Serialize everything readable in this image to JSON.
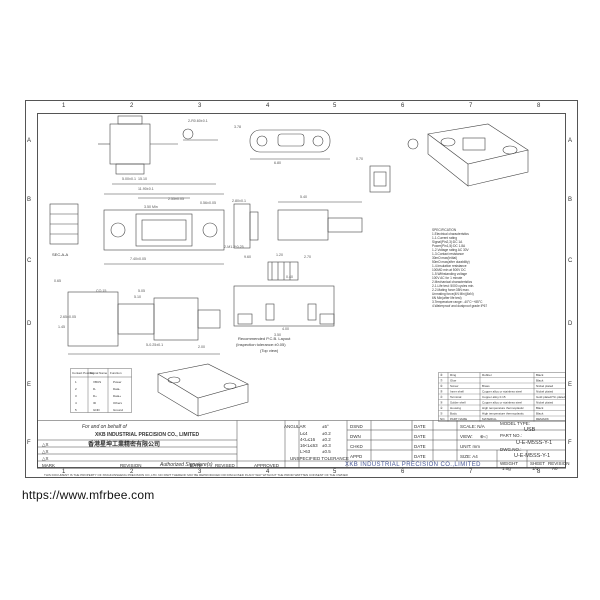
{
  "watermark": "https://www.mfrbee.com",
  "grid": {
    "columns": [
      "1",
      "2",
      "3",
      "4",
      "5",
      "6",
      "7",
      "8"
    ],
    "rows": [
      "A",
      "B",
      "C",
      "D",
      "E",
      "F"
    ]
  },
  "views": {
    "sec_label": "SEC-A-A",
    "pcb_note_1": "Recommended P.C.B. Layout",
    "pcb_note_2": "(Inspection tolerance:±0.05)",
    "pcb_note_3": "(Top view)"
  },
  "dimensions": [
    "2-R0.60±0.1",
    "5.00±0.1",
    "3.78",
    "6.80",
    "0.70",
    "15.10",
    "11.90±0.1",
    "3.50 Min",
    "5.40",
    "2.55±0.05",
    "2.80±0.1",
    "0.56±0.05",
    "2-M1.2*0.25",
    "7.40±0.05",
    "1.20",
    "9.60",
    "2.70",
    "0.40",
    "3.50",
    "4.00",
    "CO.15",
    "5.10",
    "5.05",
    "5-0.25±0.1",
    "0.65",
    "2.65±0.05",
    "1.45",
    "2.00"
  ],
  "spec_notes": [
    "SPECIFICATION",
    "1.Electrical characteristics",
    "1-1.Current rating",
    "Signal(Pin2,3):DC 1A",
    "Power(Pin1,5):DC 1.8A",
    "1-2.Voltage rating AC 30V",
    "1-3.Contact resistance",
    "30mΩ max(Initial)",
    "50mΩ max(after durability)",
    "1-4.Insulation resistance",
    "100MΩ min at 500V DC",
    "1-5.Withstanding voltage",
    "100V AC for 1 minute",
    "2.Mechanical characteristics",
    "2-1.Life test: 5000 cycles min.",
    "2-2.Mating force:35N max.",
    "Unmating force(4N Min)(6xN)",
    "6N Min(after life test)",
    "3.Temperature range: -40°C~+85°C",
    "4.Waterproof and dustproof grade IP67"
  ],
  "pin_table": {
    "headers": [
      "Contact Position",
      "Signal Name",
      "Function"
    ],
    "rows": [
      [
        "1",
        "VBUS",
        "Power"
      ],
      [
        "2",
        "D-",
        "Data-"
      ],
      [
        "3",
        "D+",
        "Data+"
      ],
      [
        "4",
        "ID",
        "Others"
      ],
      [
        "5",
        "GND",
        "Ground"
      ]
    ]
  },
  "bom": {
    "headers": [
      "NO.",
      "PART NAME",
      "MATERIAL",
      "REMARK"
    ],
    "rows": [
      [
        "⑧",
        "Ring",
        "Rubber",
        "Black"
      ],
      [
        "⑦",
        "Glue",
        "",
        "Black"
      ],
      [
        "⑥",
        "Screw",
        "Brass",
        "Nickel plated"
      ],
      [
        "⑤",
        "Inner shell",
        "Copper alloy or stainless steel",
        "Nickel plated"
      ],
      [
        "④",
        "Terminal",
        "Copper alloy 0.15",
        "Gold plated/Tin plated"
      ],
      [
        "③",
        "Solder shell",
        "Copper alloy or stainless steel",
        "Nickel plated"
      ],
      [
        "②",
        "Housing",
        "High temperature thermoplastic",
        "Black"
      ],
      [
        "①",
        "Body",
        "High temperature thermoplastic",
        "Black"
      ]
    ]
  },
  "signature": {
    "line1": "For and on behalf of",
    "line2": "XKB INDUSTRIAL PRECISION CO., LIMITED",
    "line3": "香港星坤工業精密有限公司",
    "line4": "Authorized Signature(s)"
  },
  "revision_block": {
    "rows": [
      "△X",
      "△X",
      "△X"
    ],
    "mark_label": "MARK",
    "revision_label": "REVISION",
    "date_label": "DATE",
    "revised_label": "REVISED",
    "approved_label": "APPROVED"
  },
  "tolerance_block": {
    "header": "ANGULAR",
    "angular_value": "±5°",
    "rows": [
      [
        "L≤4",
        "±0.2"
      ],
      [
        "4<L≤16",
        "±0.2"
      ],
      [
        "16<L≤63",
        "±0.3"
      ],
      [
        "L>63",
        "±0.5"
      ]
    ],
    "unspec_label": "UNSPECIFIED TOLERANCE"
  },
  "approval_block": {
    "roles": [
      "DSND",
      "DWN",
      "CHKD",
      "APPD"
    ],
    "date_label": "DATE"
  },
  "title_block": {
    "scale_label": "SCALE: N/A",
    "view_label": "VIEW:",
    "unit_label": "UNIT: mm",
    "size_label": "SIZE: A4",
    "model_type_label": "MODEL TYPE:",
    "model_type": "USB",
    "part_no_label": "PART NO.:",
    "part_no": "U-E-M5SS-Y-1",
    "dwg_no_label": "DWG.NO.:",
    "dwg_no": "U-E-M5SS-Y-1",
    "weight_label": "WEIGHT",
    "sheet_label": "SHEET",
    "revision_label": "REVISION",
    "weight": "1.0g",
    "sheet": "1/1",
    "revision": "A0",
    "company": "XKB INDUSTRIAL PRECISION CO.,LIMITED"
  },
  "legal": "THIS DOCUMENT IS THE PROPERTY OF XINGKUNSHENG PRECISION CO.,LTD. NO PART THEREOF MAY BE REPRODUCED OR DISCLOSED IN ANY WAY WITHOUT THE PRIOR WRITTEN CONSENT OF THE OWNER",
  "colors": {
    "line": "#444444",
    "dim": "#555555",
    "company": "#4a5a9a",
    "background": "#ffffff"
  }
}
